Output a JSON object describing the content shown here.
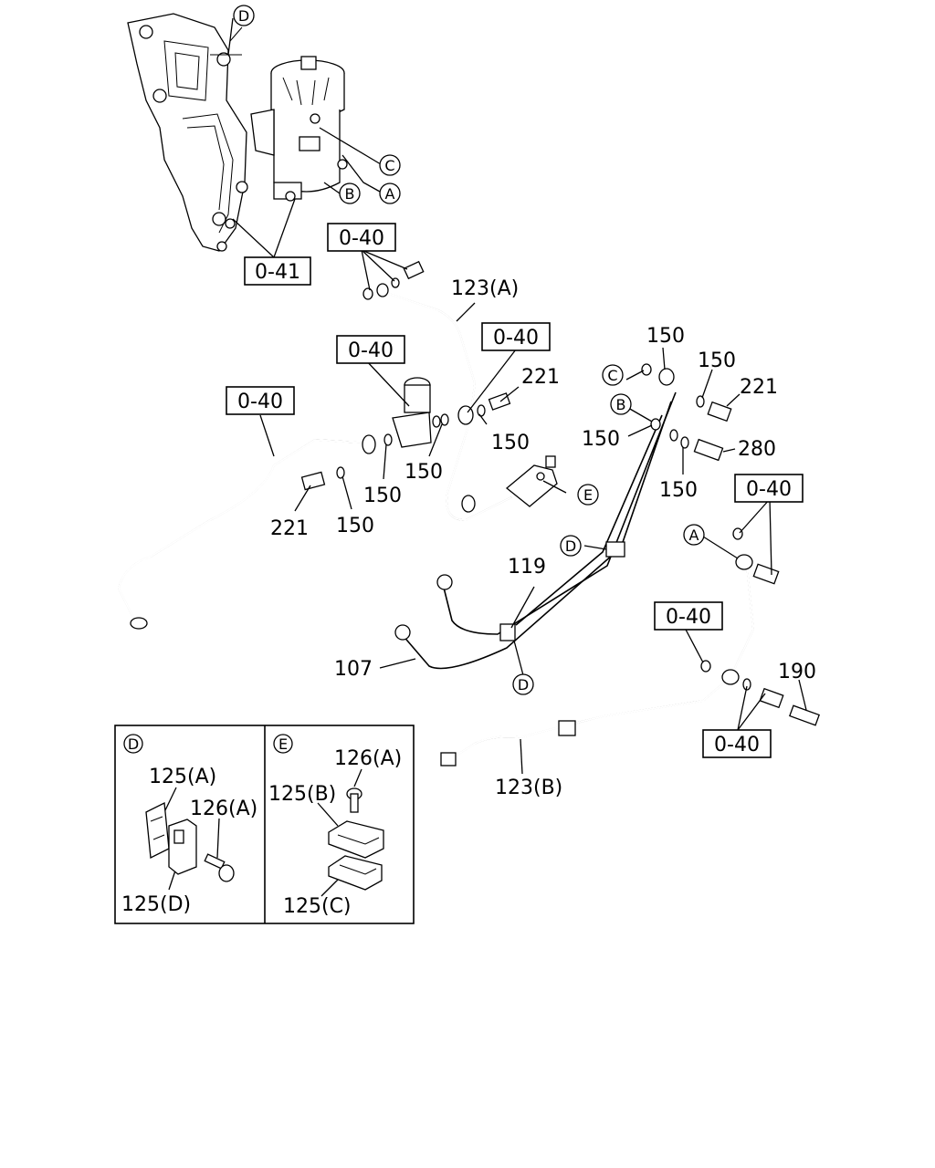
{
  "labels": {
    "ref_0_40": "0-40",
    "ref_0_41": "0-41",
    "p123a": "123(A)",
    "p123b": "123(B)",
    "p119": "119",
    "p107": "107",
    "p150": "150",
    "p221": "221",
    "p280": "280",
    "p190": "190",
    "p125a": "125(A)",
    "p125b": "125(B)",
    "p125c": "125(C)",
    "p125d": "125(D)",
    "p126a": "126(A)"
  },
  "callouts": {
    "a": "A",
    "b": "B",
    "c": "C",
    "d": "D",
    "e": "E"
  }
}
